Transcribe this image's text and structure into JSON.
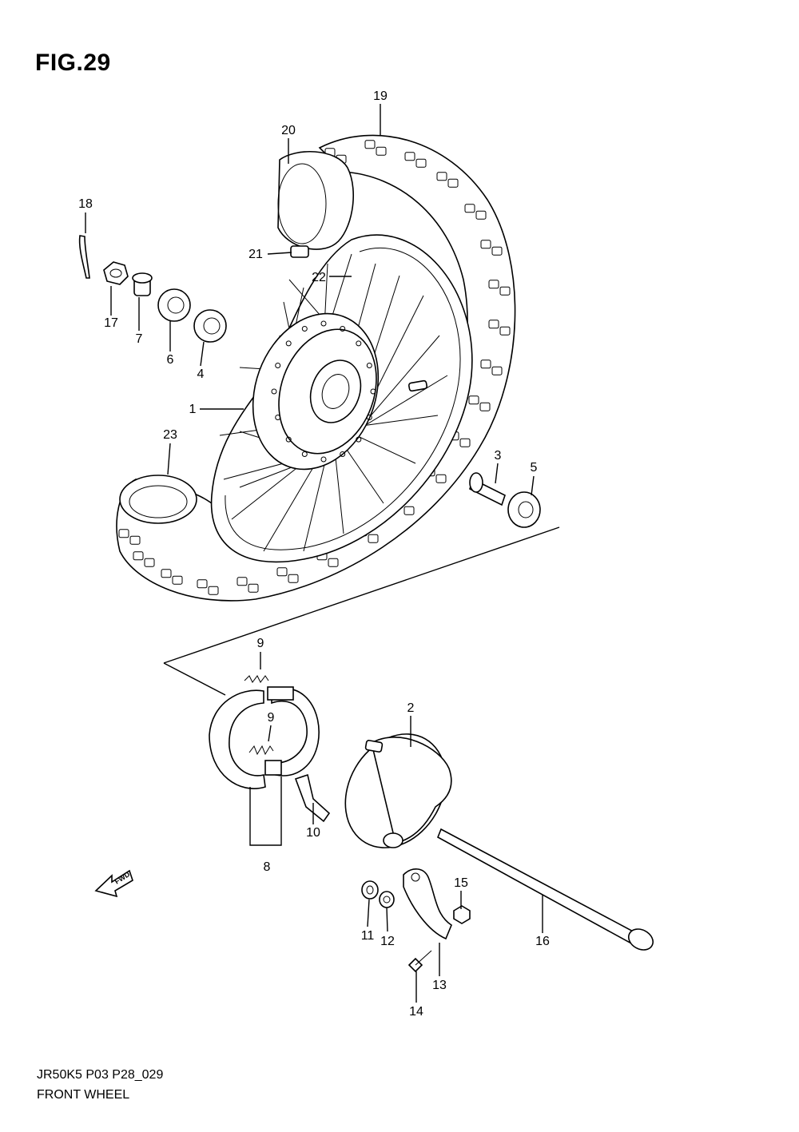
{
  "figure": {
    "title": "FIG.29"
  },
  "callouts": [
    {
      "id": "19",
      "text": "19"
    },
    {
      "id": "20",
      "text": "20"
    },
    {
      "id": "18",
      "text": "18"
    },
    {
      "id": "21",
      "text": "21"
    },
    {
      "id": "22",
      "text": "22"
    },
    {
      "id": "17",
      "text": "17"
    },
    {
      "id": "7",
      "text": "7"
    },
    {
      "id": "6",
      "text": "6"
    },
    {
      "id": "4",
      "text": "4"
    },
    {
      "id": "1",
      "text": "1"
    },
    {
      "id": "23",
      "text": "23"
    },
    {
      "id": "3",
      "text": "3"
    },
    {
      "id": "5",
      "text": "5"
    },
    {
      "id": "9a",
      "text": "9"
    },
    {
      "id": "9b",
      "text": "9"
    },
    {
      "id": "2",
      "text": "2"
    },
    {
      "id": "10",
      "text": "10"
    },
    {
      "id": "8",
      "text": "8"
    },
    {
      "id": "15",
      "text": "15"
    },
    {
      "id": "16",
      "text": "16"
    },
    {
      "id": "11",
      "text": "11"
    },
    {
      "id": "12",
      "text": "12"
    },
    {
      "id": "13",
      "text": "13"
    },
    {
      "id": "14",
      "text": "14"
    }
  ],
  "fwd_label": "FWD",
  "footer": {
    "code": "JR50K5 P03 P28_029",
    "name": "FRONT WHEEL"
  }
}
